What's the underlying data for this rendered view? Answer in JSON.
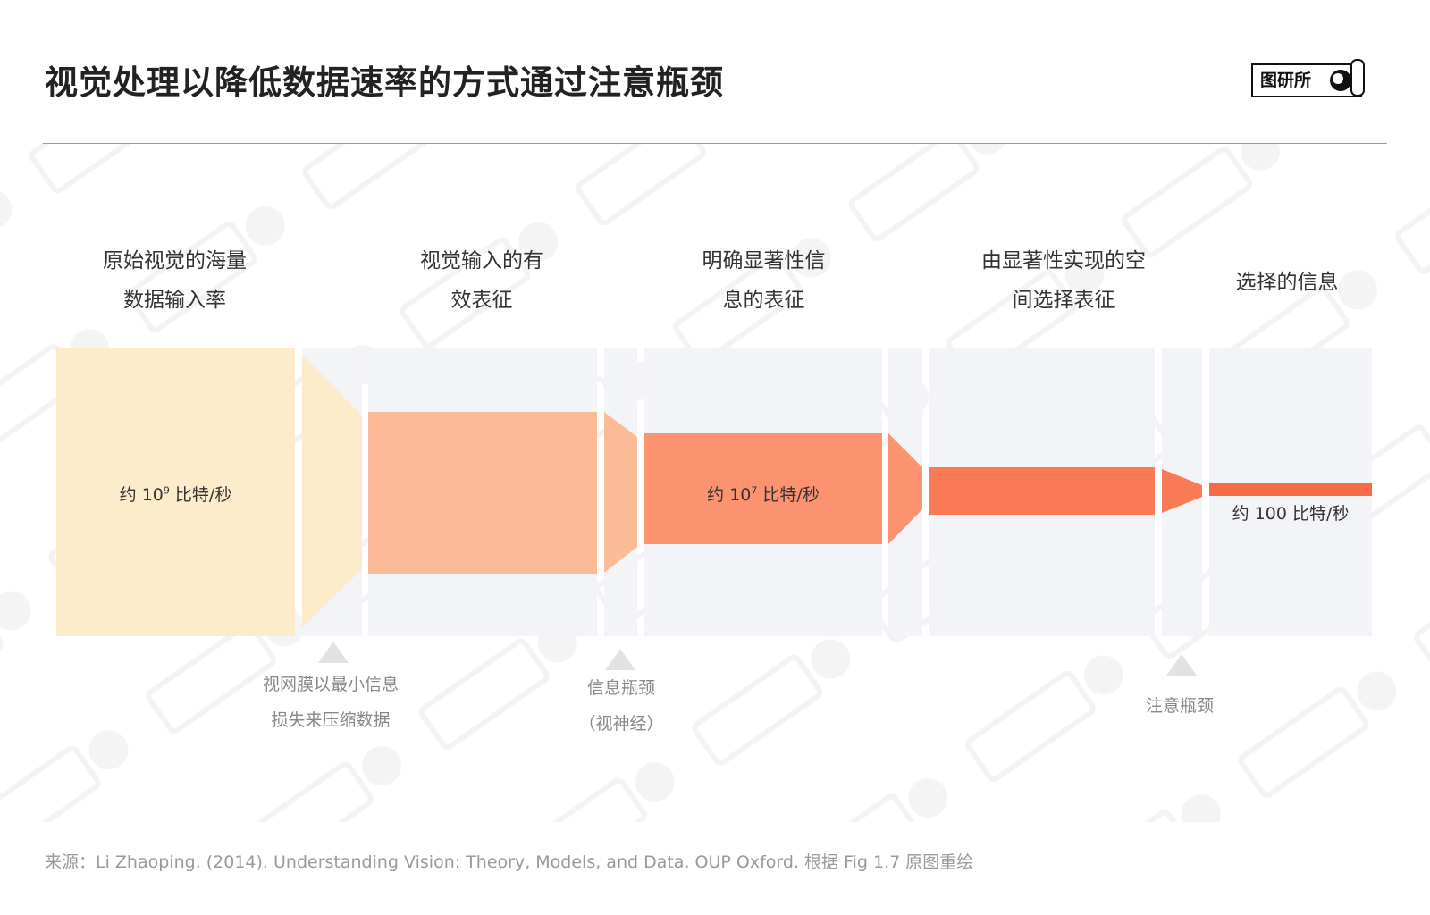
{
  "title": "视觉处理以降低数据速率的方式通过注意瓶颈",
  "logo": {
    "text": "图研所"
  },
  "stages": [
    {
      "line1": "原始视觉的海量",
      "line2": "数据输入率"
    },
    {
      "line1": "视觉输入的有",
      "line2": "效表征"
    },
    {
      "line1": "明确显著性信",
      "line2": "息的表征"
    },
    {
      "line1": "由显著性实现的空",
      "line2": "间选择表征"
    },
    {
      "line1": "选择的信息",
      "line2": ""
    }
  ],
  "rates": [
    {
      "prefix": "约 10",
      "exp": "9",
      "suffix": " 比特/秒"
    },
    {
      "prefix": "约 10",
      "exp": "7",
      "suffix": " 比特/秒"
    },
    {
      "prefix": "约 100 比特/秒",
      "exp": "",
      "suffix": ""
    }
  ],
  "bottlenecks": [
    {
      "line1": "视网膜以最小信息",
      "line2": "损失来压缩数据"
    },
    {
      "line1": "信息瓶颈",
      "line2": "（视神经）"
    },
    {
      "line1": "注意瓶颈",
      "line2": ""
    }
  ],
  "colors": {
    "stage1": "#fdeccb",
    "stage2": "#fcbb97",
    "stage3": "#fb9270",
    "stage4": "#fa7a55",
    "stage5": "#f86a45",
    "column_bg": "#f3f4f8"
  },
  "source": "来源：Li Zhaoping. (2014). Understanding Vision: Theory, Models, and Data. OUP Oxford. 根据 Fig 1.7 原图重绘"
}
